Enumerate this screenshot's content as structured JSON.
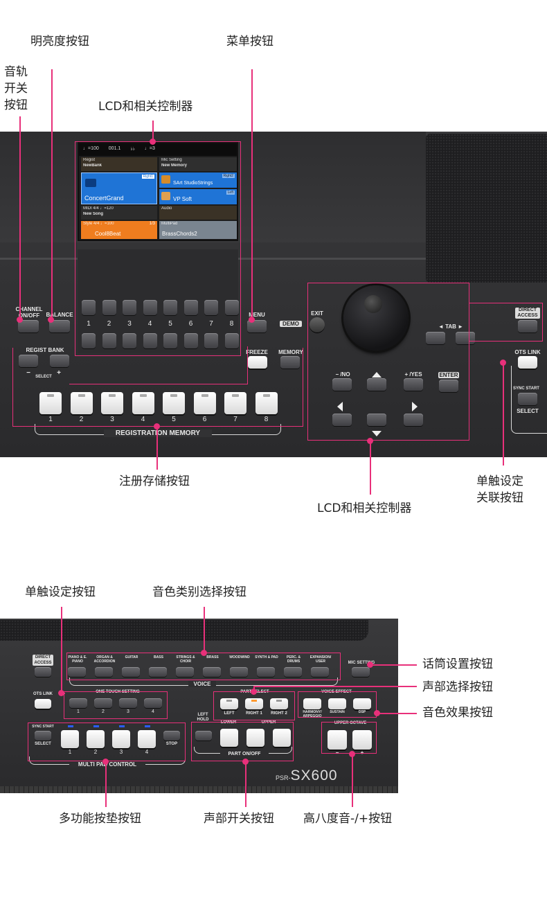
{
  "annotations": {
    "brightness": "明亮度按钮",
    "menu": "菜单按钮",
    "track": [
      "音轨",
      "开关",
      "按钮"
    ],
    "lcd_top": "LCD和相关控制器",
    "registration": "注册存储按钮",
    "lcd_bottom": "LCD和相关控制器",
    "ots_link_1": [
      "单触设定",
      "关联按钮"
    ],
    "one_touch": "单触设定按钮",
    "voice_category": "音色类别选择按钮",
    "mic_setting": "话筒设置按钮",
    "part_select": "声部选择按钮",
    "voice_effect": "音色效果按钮",
    "multi_pad": "多功能按垫按钮",
    "part_on_off": "声部开关按钮",
    "upper_octave": "高八度音-/+按钮"
  },
  "lcd": {
    "status": [
      "♩=100",
      "001.1",
      "♭♭",
      "♩=3"
    ],
    "regist_title": "Regist",
    "regist_name": "NewBank",
    "mic_title": "Mic Setting",
    "mic_name": "New Memory",
    "voice_main": "ConcertGrand",
    "voice_main_tag": "Right1",
    "voice_r2_name": "SArt StudioStrings",
    "voice_r2_tag": "Right2",
    "voice_l_name": "VP Soft",
    "voice_l_tag": "Left",
    "midi_title": "MIDI   4/4   ♩=120",
    "midi_name": "New Song",
    "audio_title": "Audio",
    "style_title": "Style   4/4   ♩=100",
    "style_name": "Cool8Beat",
    "style_count": "1/3",
    "multipad_title": "MultiPad",
    "multipad_name": "BrassChords2"
  },
  "panel1": {
    "channel_label": "CHANNEL ON/OFF",
    "balance_label": "BALANCE",
    "menu_label": "MENU",
    "demo_label": "DEMO",
    "regist_bank_label": "REGIST BANK",
    "select_label": "SELECT",
    "minus": "−",
    "plus": "+",
    "freeze_label": "FREEZE",
    "memory_label": "MEMORY",
    "lcd_buttons": [
      "1",
      "2",
      "3",
      "4",
      "5",
      "6",
      "7",
      "8"
    ],
    "reg_buttons": [
      "1",
      "2",
      "3",
      "4",
      "5",
      "6",
      "7",
      "8"
    ],
    "reg_memory_label": "REGISTRATION MEMORY",
    "exit_label": "EXIT",
    "tab_label": "◄  TAB  ►",
    "no_label": "− /NO",
    "yes_label": "+ /YES",
    "enter_label": "ENTER",
    "direct_access_label": "DIRECT ACCESS",
    "ots_link_label": "OTS LINK",
    "sync_start_label": "SYNC START",
    "select2_label": "SELECT"
  },
  "panel2": {
    "direct_access_label": "DIRECT ACCESS",
    "voice_buttons": [
      "PIANO & E. PIANO",
      "ORGAN & ACCORDION",
      "GUITAR",
      "BASS",
      "STRINGS & CHOIR",
      "BRASS",
      "WOODWIND",
      "SYNTH & PAD",
      "PERC. & DRUMS",
      "EXPANSION/ USER"
    ],
    "voice_label": "VOICE",
    "mic_setting_label": "MIC SETTING",
    "ots_link_label": "OTS LINK",
    "one_touch_label": "ONE TOUCH SETTING",
    "one_touch_nums": [
      "1",
      "2",
      "3",
      "4"
    ],
    "part_select_label": "PART SELECT",
    "part_select_buttons": [
      "LEFT",
      "RIGHT 1",
      "RIGHT 2"
    ],
    "voice_effect_label": "VOICE EFFECT",
    "voice_effect_buttons": [
      "HARMONY/ ARPEGGIO",
      "SUSTAIN",
      "DSP"
    ],
    "sync_start_label": "SYNC START",
    "select_label": "SELECT",
    "pad_nums": [
      "1",
      "2",
      "3",
      "4"
    ],
    "stop_label": "STOP",
    "multi_pad_label": "MULTI PAD CONTROL",
    "left_hold_label": "LEFT HOLD",
    "lower_label": "LOWER",
    "upper_label": "UPPER",
    "part_on_off_label": "PART ON/OFF",
    "upper_octave_label": "UPPER OCTAVE",
    "octave_minus": "−",
    "octave_plus": "+",
    "brand_prefix": "PSR-",
    "brand_model": "SX600"
  }
}
